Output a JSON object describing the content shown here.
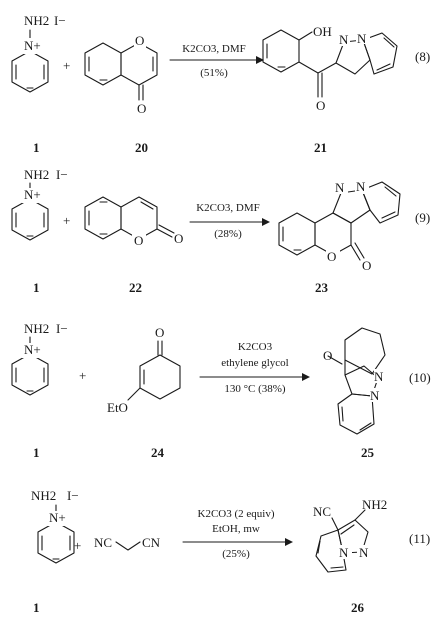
{
  "reactions": [
    {
      "eq_number": "(8)",
      "reagents": [
        "K2CO3, DMF"
      ],
      "yield": "(51%)",
      "compounds": {
        "left": "1",
        "middle": "20",
        "product": "21"
      },
      "labels": {
        "nh2": "NH2",
        "iodide": "I−",
        "nplus": "N+",
        "oh": "OH",
        "n_a": "N",
        "n_b": "N",
        "o_ring": "O",
        "o_carbonyl": "O",
        "o_ketone": "O",
        "plus": "+"
      }
    },
    {
      "eq_number": "(9)",
      "reagents": [
        "K2CO3, DMF"
      ],
      "yield": "(28%)",
      "compounds": {
        "left": "1",
        "middle": "22",
        "product": "23"
      },
      "labels": {
        "nh2": "NH2",
        "iodide": "I−",
        "nplus": "N+",
        "n_a": "N",
        "n_b": "N",
        "o_lactone_ring": "O",
        "o_lactone_carbonyl": "O",
        "o_prod_ring": "O",
        "o_prod_carbonyl": "O",
        "plus": "+"
      }
    },
    {
      "eq_number": "(10)",
      "reagents": [
        "K2CO3",
        "ethylene glycol",
        "130 °C (38%)"
      ],
      "yield": "",
      "compounds": {
        "left": "1",
        "middle": "24",
        "product": "25"
      },
      "labels": {
        "nh2": "NH2",
        "iodide": "I−",
        "nplus": "N+",
        "eto": "EtO",
        "o_keto": "O",
        "o_prod": "O",
        "n_a": "N",
        "n_b": "N",
        "plus": "+"
      }
    },
    {
      "eq_number": "(11)",
      "reagents": [
        "K2CO3 (2 equiv)",
        "EtOH, mw"
      ],
      "yield": "(25%)",
      "compounds": {
        "left": "1",
        "middle": "",
        "product": "26"
      },
      "labels": {
        "nh2": "NH2",
        "iodide": "I−",
        "nplus": "N+",
        "nc_left": "NC",
        "cn_right": "CN",
        "nc_prod": "NC",
        "nh2_prod": "NH2",
        "n_a": "N",
        "n_b": "N",
        "plus": "+"
      }
    }
  ]
}
